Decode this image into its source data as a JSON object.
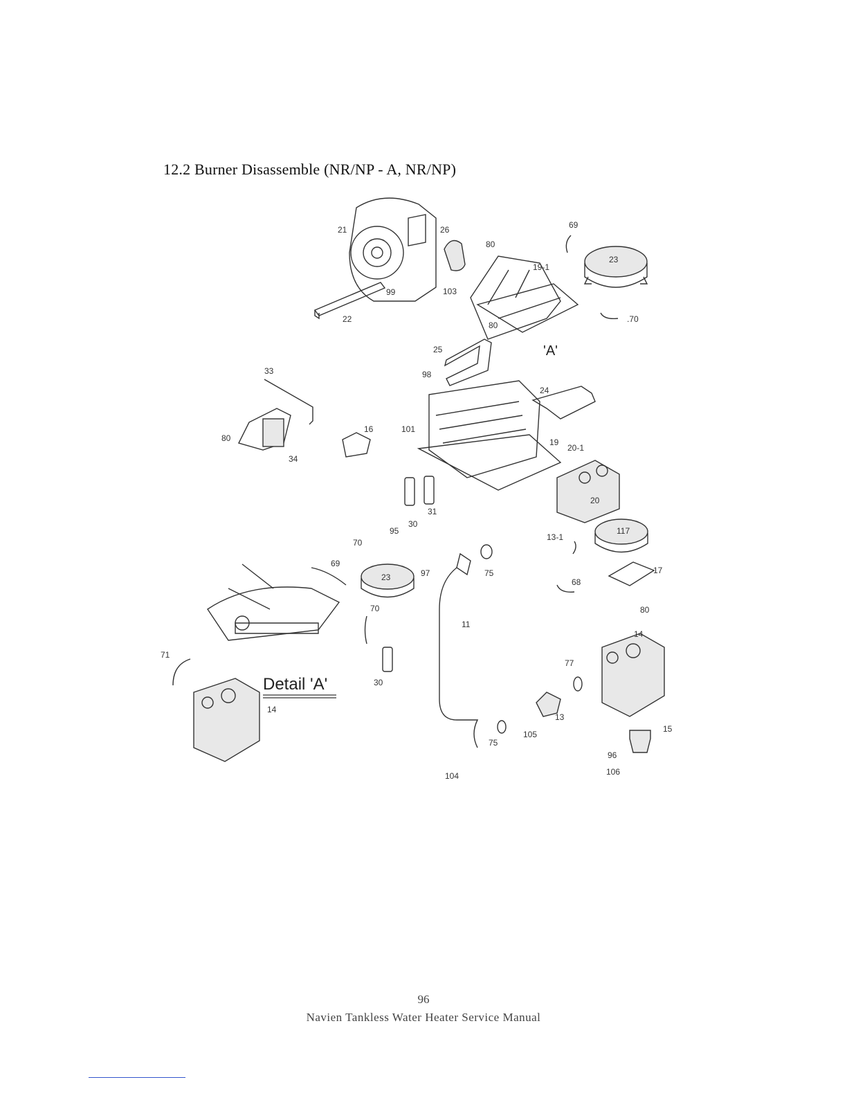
{
  "section_title": "12.2 Burner Disassemble (NR/NP - A, NR/NP)",
  "diagram": {
    "detail_label": "Detail 'A'",
    "callout_A": "'A'",
    "part_labels": {
      "p21": "21",
      "p26": "26",
      "p80a": "80",
      "p69a": "69",
      "p23a": "23",
      "p19_1": "19-1",
      "p99": "99",
      "p103": "103",
      "p22": "22",
      "p80b": "80",
      "p70a": ".70",
      "p25": "25",
      "p98": "98",
      "p24": "24",
      "p33": "33",
      "p16": "16",
      "p101": "101",
      "p19": "19",
      "p20_1": "20-1",
      "p80c": "80",
      "p34": "34",
      "p20": "20",
      "p31": "31",
      "p30a": "30",
      "p95": "95",
      "p70b": "70",
      "p117": "117",
      "p13_1": "13-1",
      "p69b": "69",
      "p23b": "23",
      "p97": "97",
      "p75a": "75",
      "p17": "17",
      "p68": "68",
      "p70c": "70",
      "p80d": "80",
      "p11": "11",
      "p14a": "14",
      "p71": "71",
      "p77": "77",
      "p30b": "30",
      "p14b": "14",
      "p13": "13",
      "p15": "15",
      "p105a": "105",
      "p75b": "75",
      "p96": "96",
      "p106": "106",
      "p104": "104"
    }
  },
  "footer": {
    "page_number": "96",
    "manual_title": "Navien Tankless Water Heater Service Manual"
  }
}
